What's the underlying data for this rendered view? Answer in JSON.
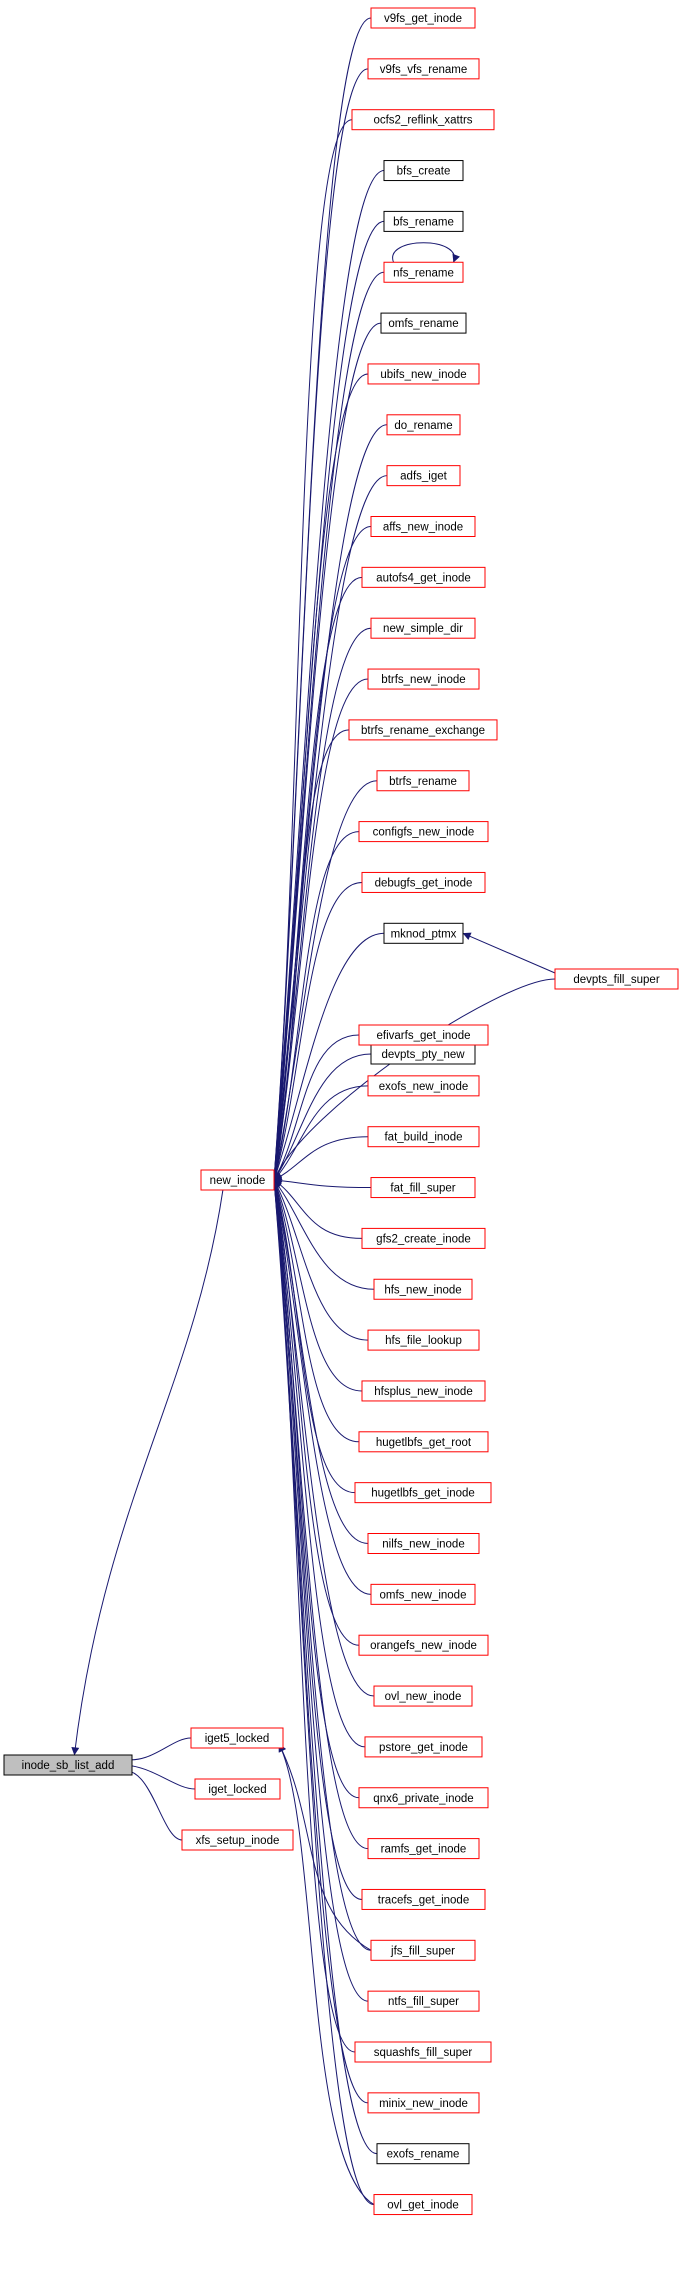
{
  "diagram": {
    "root": {
      "label": "inode_sb_list_add",
      "style": "grey"
    },
    "colors": {
      "edge": "#191970",
      "border_red": "#ff0000",
      "border_black": "#000000",
      "root_fill": "#bfbfbf"
    },
    "middle_nodes": [
      {
        "id": "new_inode",
        "label": "new_inode",
        "border": "red"
      },
      {
        "id": "iget5_locked",
        "label": "iget5_locked",
        "border": "red"
      },
      {
        "id": "iget_locked",
        "label": "iget_locked",
        "border": "red"
      },
      {
        "id": "xfs_setup_inode",
        "label": "xfs_setup_inode",
        "border": "red"
      }
    ],
    "caller_nodes": [
      {
        "id": "v9fs_get_inode",
        "label": "v9fs_get_inode",
        "border": "red"
      },
      {
        "id": "v9fs_vfs_rename",
        "label": "v9fs_vfs_rename",
        "border": "red"
      },
      {
        "id": "ocfs2_reflink_xattrs",
        "label": "ocfs2_reflink_xattrs",
        "border": "red"
      },
      {
        "id": "bfs_create",
        "label": "bfs_create",
        "border": "black"
      },
      {
        "id": "bfs_rename",
        "label": "bfs_rename",
        "border": "black"
      },
      {
        "id": "nfs_rename",
        "label": "nfs_rename",
        "border": "red"
      },
      {
        "id": "omfs_rename",
        "label": "omfs_rename",
        "border": "black"
      },
      {
        "id": "ubifs_new_inode",
        "label": "ubifs_new_inode",
        "border": "red"
      },
      {
        "id": "do_rename",
        "label": "do_rename",
        "border": "red"
      },
      {
        "id": "adfs_iget",
        "label": "adfs_iget",
        "border": "red"
      },
      {
        "id": "affs_new_inode",
        "label": "affs_new_inode",
        "border": "red"
      },
      {
        "id": "autofs4_get_inode",
        "label": "autofs4_get_inode",
        "border": "red"
      },
      {
        "id": "new_simple_dir",
        "label": "new_simple_dir",
        "border": "red"
      },
      {
        "id": "btrfs_new_inode",
        "label": "btrfs_new_inode",
        "border": "red"
      },
      {
        "id": "btrfs_rename_exchange",
        "label": "btrfs_rename_exchange",
        "border": "red"
      },
      {
        "id": "btrfs_rename",
        "label": "btrfs_rename",
        "border": "red"
      },
      {
        "id": "configfs_new_inode",
        "label": "configfs_new_inode",
        "border": "red"
      },
      {
        "id": "debugfs_get_inode",
        "label": "debugfs_get_inode",
        "border": "red"
      },
      {
        "id": "mknod_ptmx",
        "label": "mknod_ptmx",
        "border": "black"
      },
      {
        "id": "devpts_pty_new",
        "label": "devpts_pty_new",
        "border": "black"
      },
      {
        "id": "efivarfs_get_inode",
        "label": "efivarfs_get_inode",
        "border": "red"
      },
      {
        "id": "exofs_new_inode",
        "label": "exofs_new_inode",
        "border": "red"
      },
      {
        "id": "fat_build_inode",
        "label": "fat_build_inode",
        "border": "red"
      },
      {
        "id": "fat_fill_super",
        "label": "fat_fill_super",
        "border": "red"
      },
      {
        "id": "gfs2_create_inode",
        "label": "gfs2_create_inode",
        "border": "red"
      },
      {
        "id": "hfs_new_inode",
        "label": "hfs_new_inode",
        "border": "red"
      },
      {
        "id": "hfs_file_lookup",
        "label": "hfs_file_lookup",
        "border": "red"
      },
      {
        "id": "hfsplus_new_inode",
        "label": "hfsplus_new_inode",
        "border": "red"
      },
      {
        "id": "hugetlbfs_get_root",
        "label": "hugetlbfs_get_root",
        "border": "red"
      },
      {
        "id": "hugetlbfs_get_inode",
        "label": "hugetlbfs_get_inode",
        "border": "red"
      },
      {
        "id": "nilfs_new_inode",
        "label": "nilfs_new_inode",
        "border": "red"
      },
      {
        "id": "omfs_new_inode",
        "label": "omfs_new_inode",
        "border": "red"
      },
      {
        "id": "orangefs_new_inode",
        "label": "orangefs_new_inode",
        "border": "red"
      },
      {
        "id": "ovl_new_inode",
        "label": "ovl_new_inode",
        "border": "red"
      },
      {
        "id": "pstore_get_inode",
        "label": "pstore_get_inode",
        "border": "red"
      },
      {
        "id": "qnx6_private_inode",
        "label": "qnx6_private_inode",
        "border": "red"
      },
      {
        "id": "ramfs_get_inode",
        "label": "ramfs_get_inode",
        "border": "red"
      },
      {
        "id": "tracefs_get_inode",
        "label": "tracefs_get_inode",
        "border": "red"
      },
      {
        "id": "jfs_fill_super",
        "label": "jfs_fill_super",
        "border": "red"
      },
      {
        "id": "ntfs_fill_super",
        "label": "ntfs_fill_super",
        "border": "red"
      },
      {
        "id": "squashfs_fill_super",
        "label": "squashfs_fill_super",
        "border": "red"
      },
      {
        "id": "minix_new_inode",
        "label": "minix_new_inode",
        "border": "red"
      },
      {
        "id": "exofs_rename",
        "label": "exofs_rename",
        "border": "black"
      },
      {
        "id": "ovl_get_inode",
        "label": "ovl_get_inode",
        "border": "red"
      }
    ],
    "far_nodes": [
      {
        "id": "devpts_fill_super",
        "label": "devpts_fill_super",
        "border": "red"
      }
    ],
    "edges": [
      {
        "from": "new_inode",
        "to": "inode_sb_list_add"
      },
      {
        "from": "iget5_locked",
        "to": "inode_sb_list_add"
      },
      {
        "from": "iget_locked",
        "to": "inode_sb_list_add"
      },
      {
        "from": "xfs_setup_inode",
        "to": "inode_sb_list_add"
      },
      {
        "from": "v9fs_get_inode",
        "to": "new_inode"
      },
      {
        "from": "v9fs_vfs_rename",
        "to": "new_inode"
      },
      {
        "from": "ocfs2_reflink_xattrs",
        "to": "new_inode"
      },
      {
        "from": "bfs_create",
        "to": "new_inode"
      },
      {
        "from": "bfs_rename",
        "to": "new_inode"
      },
      {
        "from": "nfs_rename",
        "to": "new_inode"
      },
      {
        "from": "nfs_rename",
        "to": "nfs_rename"
      },
      {
        "from": "omfs_rename",
        "to": "new_inode"
      },
      {
        "from": "ubifs_new_inode",
        "to": "new_inode"
      },
      {
        "from": "do_rename",
        "to": "new_inode"
      },
      {
        "from": "adfs_iget",
        "to": "new_inode"
      },
      {
        "from": "affs_new_inode",
        "to": "new_inode"
      },
      {
        "from": "autofs4_get_inode",
        "to": "new_inode"
      },
      {
        "from": "new_simple_dir",
        "to": "new_inode"
      },
      {
        "from": "btrfs_new_inode",
        "to": "new_inode"
      },
      {
        "from": "btrfs_rename_exchange",
        "to": "new_inode"
      },
      {
        "from": "btrfs_rename",
        "to": "new_inode"
      },
      {
        "from": "configfs_new_inode",
        "to": "new_inode"
      },
      {
        "from": "debugfs_get_inode",
        "to": "new_inode"
      },
      {
        "from": "mknod_ptmx",
        "to": "new_inode"
      },
      {
        "from": "devpts_fill_super",
        "to": "mknod_ptmx"
      },
      {
        "from": "devpts_fill_super",
        "to": "new_inode"
      },
      {
        "from": "devpts_pty_new",
        "to": "new_inode"
      },
      {
        "from": "efivarfs_get_inode",
        "to": "new_inode"
      },
      {
        "from": "exofs_new_inode",
        "to": "new_inode"
      },
      {
        "from": "fat_build_inode",
        "to": "new_inode"
      },
      {
        "from": "fat_fill_super",
        "to": "new_inode"
      },
      {
        "from": "gfs2_create_inode",
        "to": "new_inode"
      },
      {
        "from": "hfs_new_inode",
        "to": "new_inode"
      },
      {
        "from": "hfs_file_lookup",
        "to": "new_inode"
      },
      {
        "from": "hfsplus_new_inode",
        "to": "new_inode"
      },
      {
        "from": "hugetlbfs_get_root",
        "to": "new_inode"
      },
      {
        "from": "hugetlbfs_get_inode",
        "to": "new_inode"
      },
      {
        "from": "nilfs_new_inode",
        "to": "new_inode"
      },
      {
        "from": "omfs_new_inode",
        "to": "new_inode"
      },
      {
        "from": "orangefs_new_inode",
        "to": "new_inode"
      },
      {
        "from": "ovl_new_inode",
        "to": "new_inode"
      },
      {
        "from": "pstore_get_inode",
        "to": "new_inode"
      },
      {
        "from": "qnx6_private_inode",
        "to": "new_inode"
      },
      {
        "from": "ramfs_get_inode",
        "to": "new_inode"
      },
      {
        "from": "tracefs_get_inode",
        "to": "new_inode"
      },
      {
        "from": "jfs_fill_super",
        "to": "new_inode"
      },
      {
        "from": "ntfs_fill_super",
        "to": "new_inode"
      },
      {
        "from": "squashfs_fill_super",
        "to": "new_inode"
      },
      {
        "from": "minix_new_inode",
        "to": "new_inode"
      },
      {
        "from": "exofs_rename",
        "to": "new_inode"
      },
      {
        "from": "ovl_get_inode",
        "to": "new_inode"
      },
      {
        "from": "jfs_fill_super",
        "to": "iget5_locked"
      },
      {
        "from": "ovl_get_inode",
        "to": "iget5_locked"
      }
    ]
  }
}
